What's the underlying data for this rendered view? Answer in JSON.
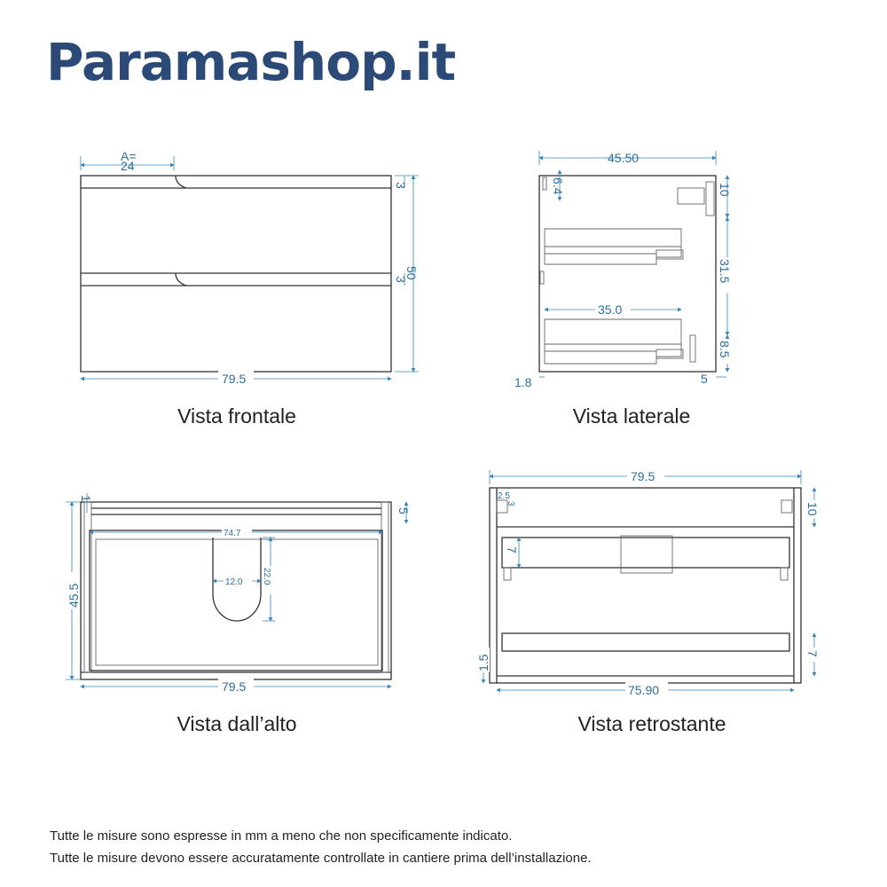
{
  "brand": "Paramashop.it",
  "views": {
    "frontale": {
      "caption": "Vista frontale",
      "dims": {
        "handle_label": "A=",
        "handle_value": "24",
        "top_gap": "3",
        "mid_gap": "3",
        "height": "50",
        "width": "79.5"
      }
    },
    "laterale": {
      "caption": "Vista laterale",
      "dims": {
        "depth": "45.50",
        "top_offset": "6.4",
        "top_right": "10",
        "middle": "31.5",
        "drawer": "35.0",
        "bottom": "8.5",
        "left_edge": "1.8",
        "right_edge": "5"
      }
    },
    "alto": {
      "caption": "Vista dall’alto",
      "dims": {
        "top_thin": "1",
        "top_gap": "5",
        "inner_width": "74.7",
        "cutout_width": "12.0",
        "cutout_depth": "22.0",
        "depth": "45.5",
        "width": "79.5"
      }
    },
    "retro": {
      "caption": "Vista retrostante",
      "dims": {
        "width": "79.5",
        "bracket_a": "2.5",
        "bracket_b": "3",
        "top_right": "10",
        "rail": "7",
        "bottom_left": "1.5",
        "bottom_right": "7",
        "inner_width": "75.90"
      }
    }
  },
  "footnotes": [
    "Tutte le misure sono espresse in mm a meno che non specificamente indicato.",
    "Tutte le misure devono essere accuratamente controllate in cantiere prima dell’installazione."
  ]
}
